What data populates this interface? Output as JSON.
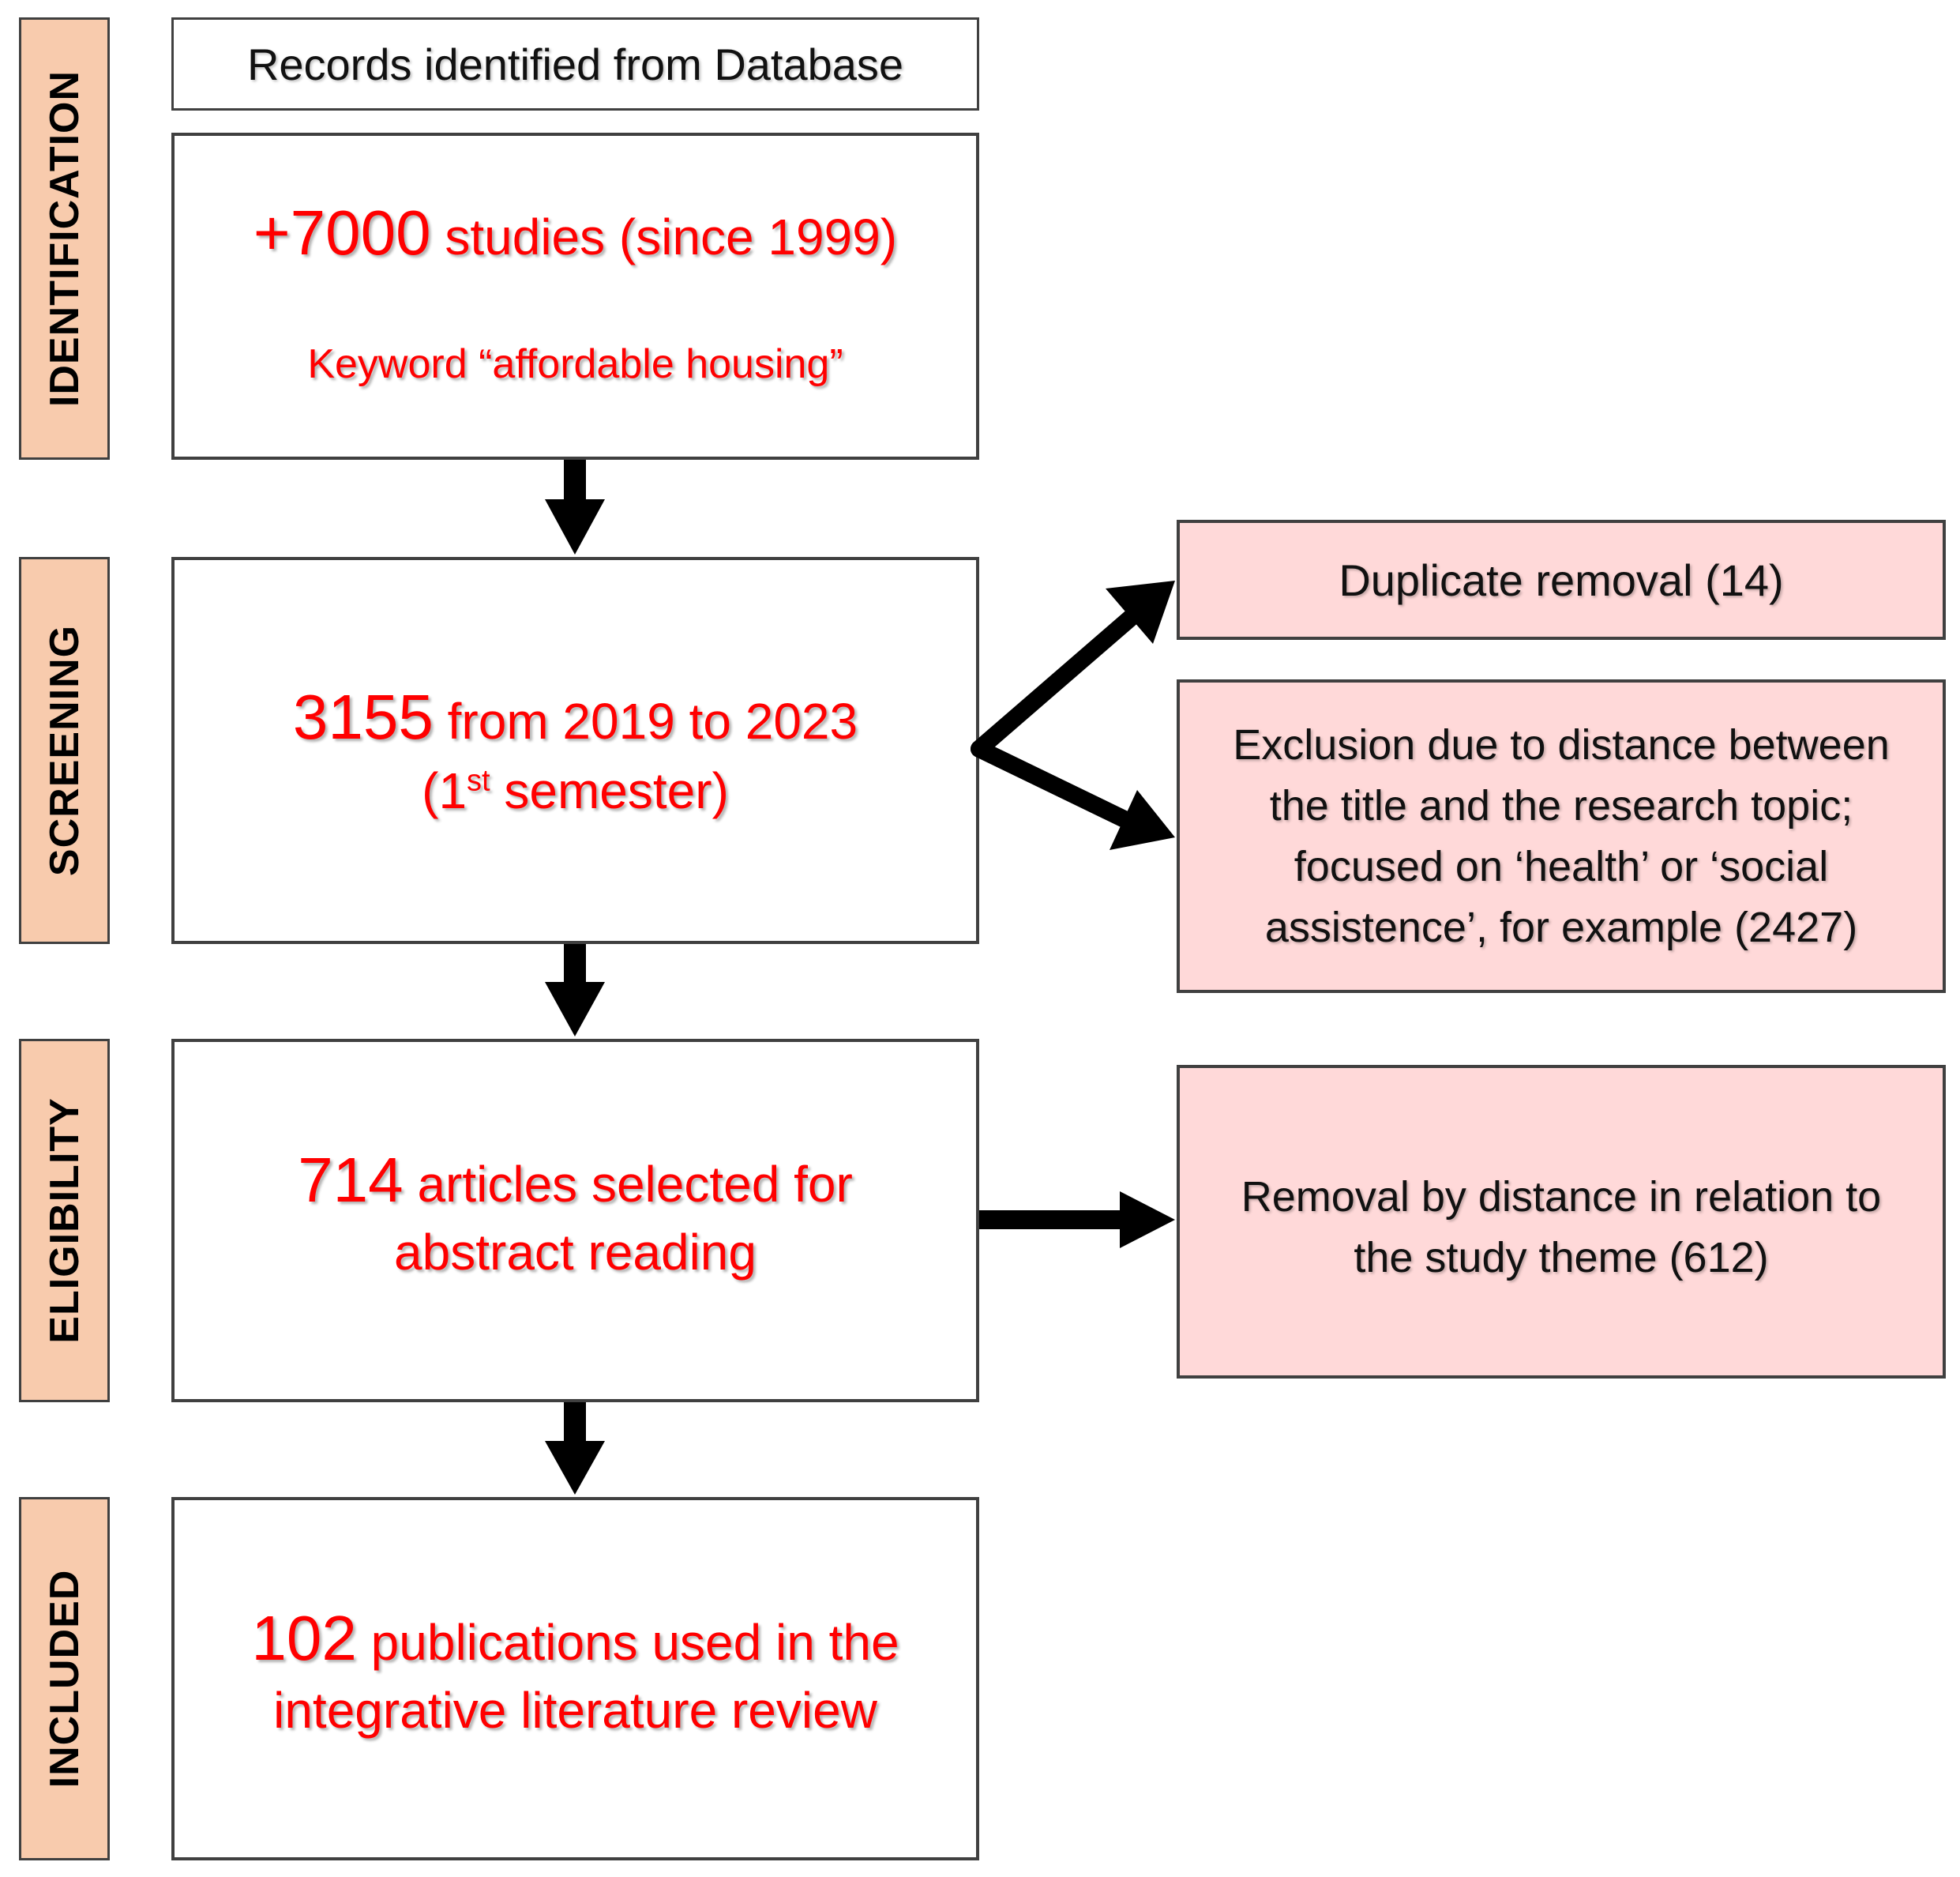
{
  "phases": {
    "identification": "IDENTIFICATION",
    "screening": "SCREENING",
    "eligibility": "ELIGIBILITY",
    "included": "INCLUDED"
  },
  "database_header": "Records identified from Database",
  "identification_box": {
    "count": "+7000",
    "rest": " studies (since 1999)",
    "keyword": "Keyword “affordable housing”"
  },
  "screening_box": {
    "count": "3155",
    "rest": " from 2019 to 2023",
    "line2_prefix": "(1",
    "line2_sup": "st",
    "line2_suffix": " semester)"
  },
  "eligibility_box": {
    "count": "714",
    "rest": " articles selected for",
    "line2": "abstract reading"
  },
  "included_box": {
    "count": "102",
    "rest": " publications used in the",
    "line2": "integrative literature review"
  },
  "duplicate_box": "Duplicate removal (14)",
  "exclusion_box": {
    "lines": [
      "Exclusion due to distance between",
      "the title and the research topic;",
      "focused on ‘health’ or ‘social",
      "assistence’, for example (2427)"
    ]
  },
  "removal_box": {
    "lines": [
      "Removal by distance in relation to",
      "the study theme (612)"
    ]
  },
  "colors": {
    "phase_fill": "#f8cbad",
    "exclusion_fill": "#ffd9d9",
    "highlight_text": "#ff0000",
    "border": "#404040"
  }
}
